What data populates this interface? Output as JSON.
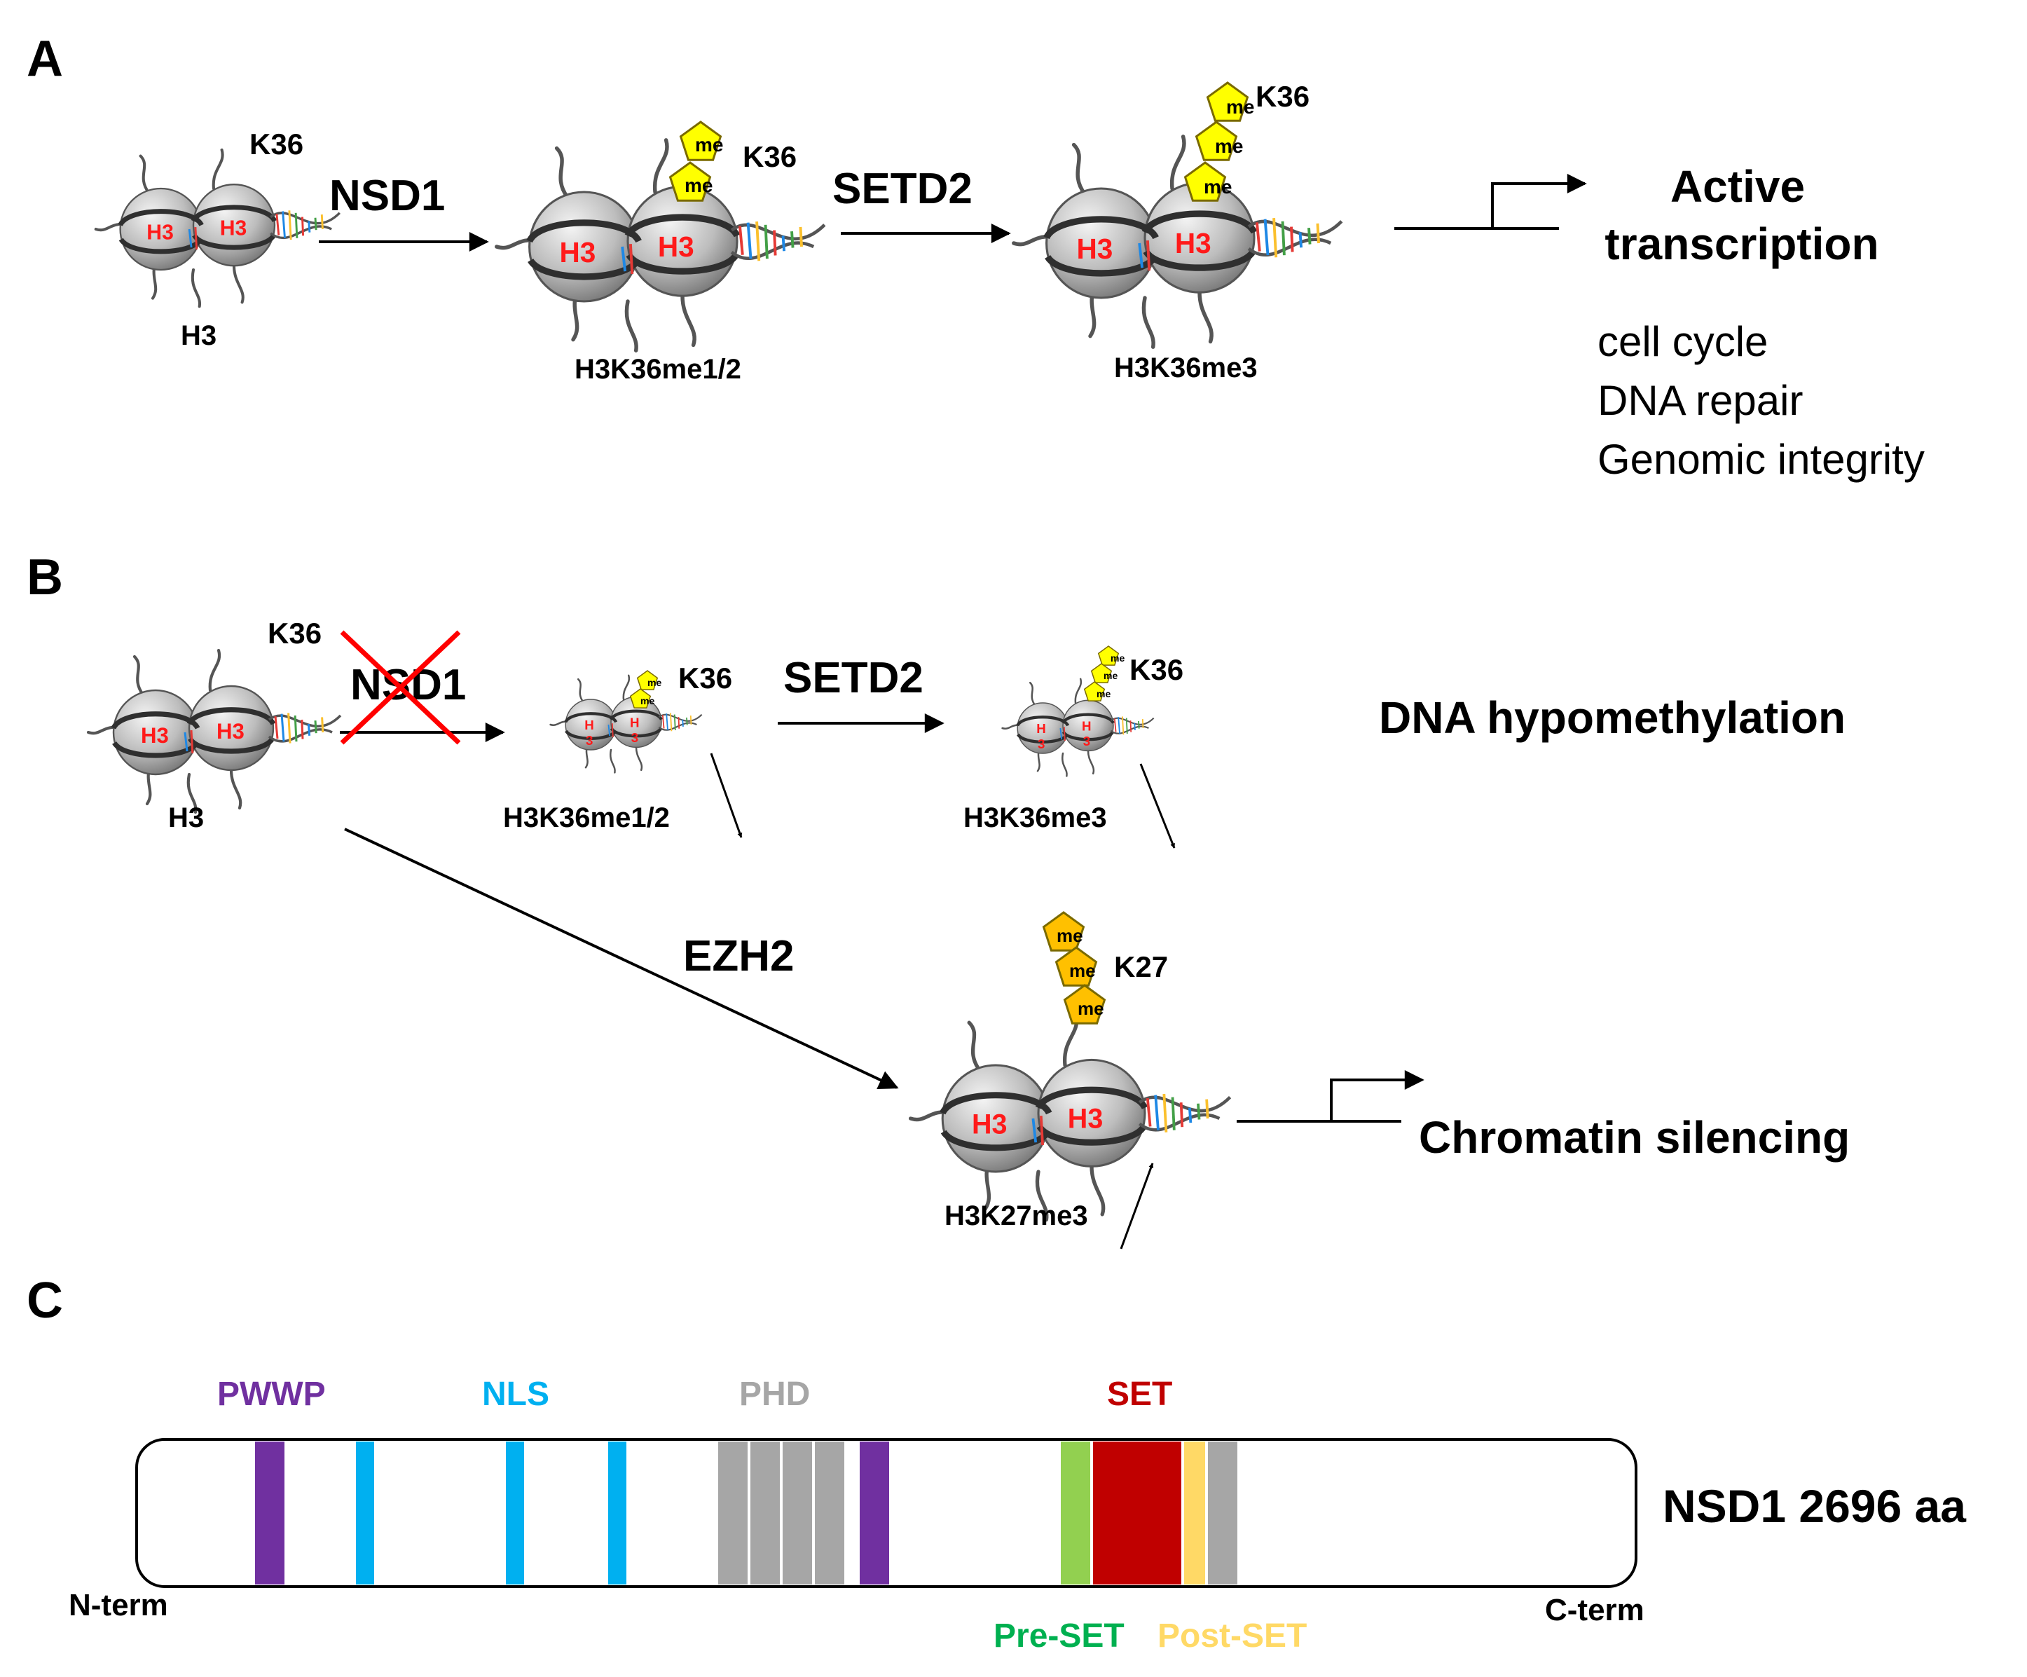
{
  "colors": {
    "pwwp": "#7030a0",
    "nls": "#00b0f0",
    "phd": "#a6a6a6",
    "set": "#c00000",
    "pre_set": "#92d050",
    "pre_set_label": "#00b050",
    "post_set": "#ffd966",
    "cross": "#ff0000",
    "me_yellow": "#ffff00",
    "me_gold": "#ffc000",
    "h3_red": "#ff1a1a"
  },
  "panel_a": {
    "letter": "A",
    "k36_1": "K36",
    "enzyme1": "NSD1",
    "k36_2": "K36",
    "enzyme2": "SETD2",
    "k36_3": "K36",
    "state1": "H3",
    "state2": "H3K36me1/2",
    "state3": "H3K36me3",
    "outcome_line1": "Active",
    "outcome_line2": "transcription",
    "processes": [
      "cell cycle",
      "DNA repair",
      "Genomic integrity"
    ]
  },
  "panel_b": {
    "letter": "B",
    "k36_1": "K36",
    "enzyme1": "NSD1",
    "k36_2": "K36",
    "enzyme2": "SETD2",
    "k36_3": "K36",
    "state1": "H3",
    "state2": "H3K36me1/2",
    "state3": "H3K36me3",
    "hypomethylation": "DNA hypomethylation",
    "enzyme3": "EZH2",
    "k27": "K27",
    "state4": "H3K27me3",
    "silencing": "Chromatin silencing"
  },
  "panel_c": {
    "letter": "C",
    "domains": {
      "pwwp": "PWWP",
      "nls": "NLS",
      "phd": "PHD",
      "set": "SET",
      "pre_set": "Pre-SET",
      "post_set": "Post-SET"
    },
    "n_term": "N-term",
    "c_term": "C-term",
    "protein": "NSD1 2696 aa"
  },
  "glyphs": {
    "me": "me",
    "h3": "H3",
    "h": "H",
    "three": "3"
  }
}
